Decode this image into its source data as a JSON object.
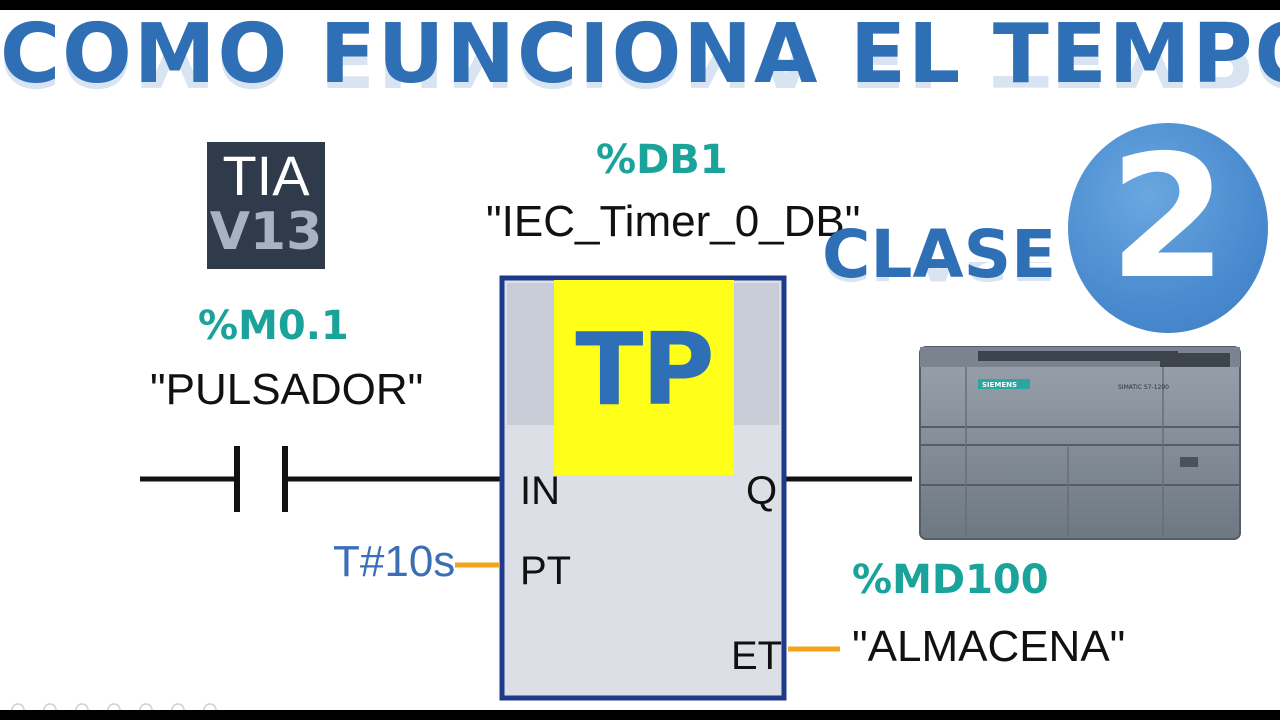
{
  "title": "COMO FUNCIONA EL TEMPO",
  "badge": {
    "line1": "TIA",
    "line2": "V13"
  },
  "lesson": {
    "label": "CLASE",
    "number": "2"
  },
  "timer_block": {
    "db_address": "%DB1",
    "db_name": "\"IEC_Timer_0_DB\"",
    "type": "TP",
    "pins": {
      "in": "IN",
      "q": "Q",
      "pt": "PT",
      "et": "ET"
    }
  },
  "contact": {
    "address": "%M0.1",
    "name": "\"PULSADOR\""
  },
  "preset": {
    "value": "T#10s"
  },
  "elapsed_output": {
    "address": "%MD100",
    "name": "\"ALMACENA\""
  },
  "plc": {
    "brand": "SIEMENS",
    "model": "SIMATIC S7-1200"
  },
  "colors": {
    "title_blue": "#2f6fb5",
    "teal": "#1aa39a",
    "block_border": "#1f3a8a",
    "block_fill": "#dcdfe6",
    "tp_yellow": "#ffff1a",
    "wire_orange": "#f5a31a",
    "badge_bg": "#2f3a4a",
    "circle_blue": "#4a8bcf"
  }
}
